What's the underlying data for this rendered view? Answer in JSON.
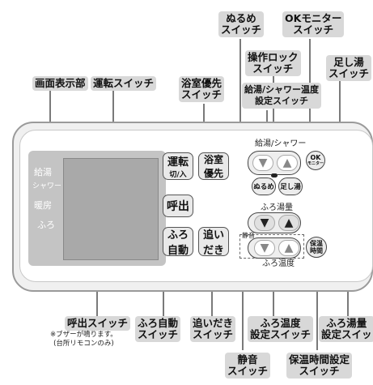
{
  "remote": {
    "indicators": [
      "給湯",
      "シャワー",
      "暖房",
      "ふろ"
    ],
    "buttons": {
      "unten_main": "運転",
      "unten_sub": "切/入",
      "yokushitsu_line1": "浴室",
      "yokushitsu_line2": "優先",
      "yobidashi": "呼出",
      "furo_jidou_line1": "ふろ",
      "furo_jidou_line2": "自動",
      "oidaki_line1": "追い",
      "oidaki_line2": "だき",
      "ok_line1": "OK",
      "ok_line2": "モニター",
      "nurume": "ぬるめ",
      "tashiyu": "足し湯",
      "hoon_line1": "保温",
      "hoon_line2": "時間"
    },
    "panel_texts": {
      "kyuto_shower": "給湯/シャワー",
      "furo_yuryo": "ふろ湯量",
      "seion": "静音",
      "furo_ondo": "ふろ温度"
    },
    "glyphs": {
      "down": "▼",
      "up": "▲"
    }
  },
  "labels": {
    "gamen": "画面表示部",
    "unten": "運転スイッチ",
    "yokushitsu": [
      "浴室優先",
      "スイッチ"
    ],
    "nurume": [
      "ぬるめ",
      "スイッチ"
    ],
    "ok_monitor": [
      "OKモニター",
      "スイッチ"
    ],
    "sousa_lock": [
      "操作ロック",
      "スイッチ"
    ],
    "tashiyu": [
      "足し湯",
      "スイッチ"
    ],
    "kyuto_ondo": [
      "給湯/シャワー温度",
      "設定スイッチ"
    ],
    "yobidashi": "呼出スイッチ",
    "yobidashi_note": [
      "※ブザーが鳴ります。",
      "(台所リモコンのみ)"
    ],
    "furo_jidou": [
      "ふろ自動",
      "スイッチ"
    ],
    "oidaki": [
      "追いだき",
      "スイッチ"
    ],
    "furo_ondo": [
      "ふろ温度",
      "設定スイッチ"
    ],
    "furo_yuryo": [
      "ふろ湯量",
      "設定スイッ"
    ],
    "seion": [
      "静音",
      "スイッチ"
    ],
    "hoon_jikan": [
      "保温時間設定",
      "スイッチ"
    ]
  }
}
